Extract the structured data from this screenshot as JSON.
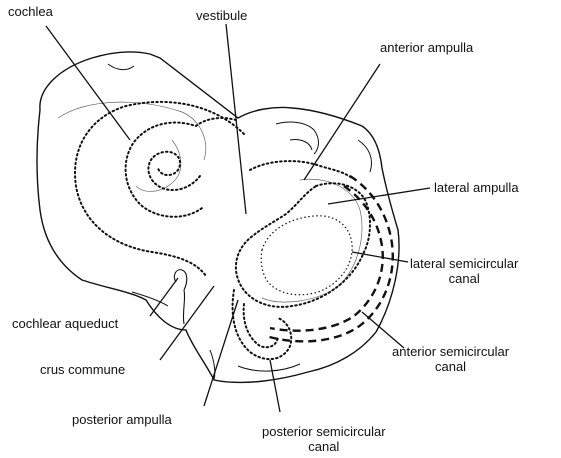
{
  "labels": {
    "cochlea": "cochlea",
    "vestibule": "vestibule",
    "anterior_ampulla": "anterior ampulla",
    "lateral_ampulla": "lateral ampulla",
    "lateral_semicircular_canal": [
      "lateral semicircular",
      "canal"
    ],
    "anterior_semicircular_canal": [
      "anterior semicircular",
      "canal"
    ],
    "posterior_semicircular_canal": [
      "posterior semicircular",
      "canal"
    ],
    "posterior_ampulla": "posterior ampulla",
    "crus_commune": "crus commune",
    "cochlear_aqueduct": "cochlear aqueduct"
  },
  "colors": {
    "ink": "#111111",
    "background": "#ffffff"
  }
}
